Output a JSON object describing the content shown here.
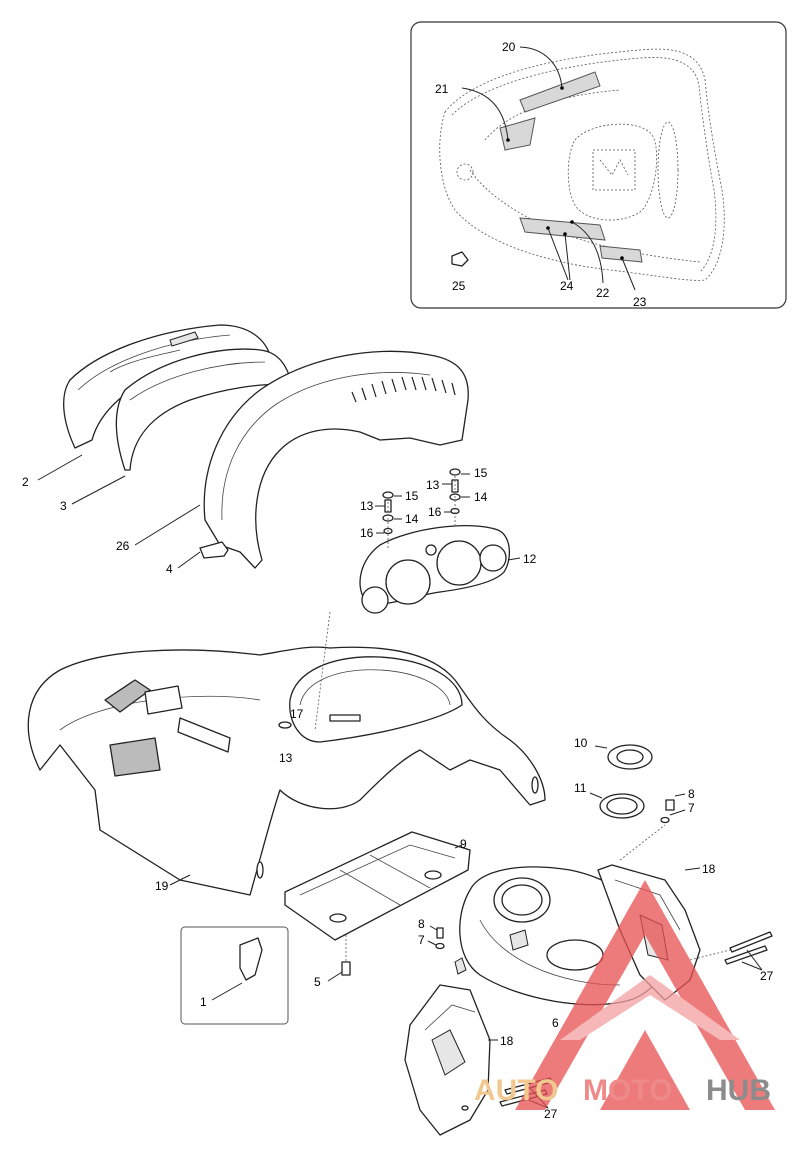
{
  "callouts": {
    "c1": "1",
    "c2": "2",
    "c3": "3",
    "c4": "4",
    "c5": "5",
    "c6": "6",
    "c7a": "7",
    "c7b": "7",
    "c8a": "8",
    "c8b": "8",
    "c9": "9",
    "c10": "10",
    "c11": "11",
    "c12": "12",
    "c13a": "13",
    "c13b": "13",
    "c13c": "13",
    "c14a": "14",
    "c14b": "14",
    "c15a": "15",
    "c15b": "15",
    "c16a": "16",
    "c16b": "16",
    "c17": "17",
    "c18a": "18",
    "c18b": "18",
    "c19": "19",
    "c20": "20",
    "c21": "21",
    "c22": "22",
    "c23": "23",
    "c24": "24",
    "c25": "25",
    "c26": "26",
    "c27a": "27",
    "c27b": "27"
  },
  "watermark": {
    "part1": "AUTO",
    "part2": "MOTO",
    "part3": "HUB",
    "colors": {
      "auto": "#f0c890",
      "moto": "#ee8a8a",
      "hub": "#8c8c8c",
      "triangle": "#e85050"
    }
  }
}
